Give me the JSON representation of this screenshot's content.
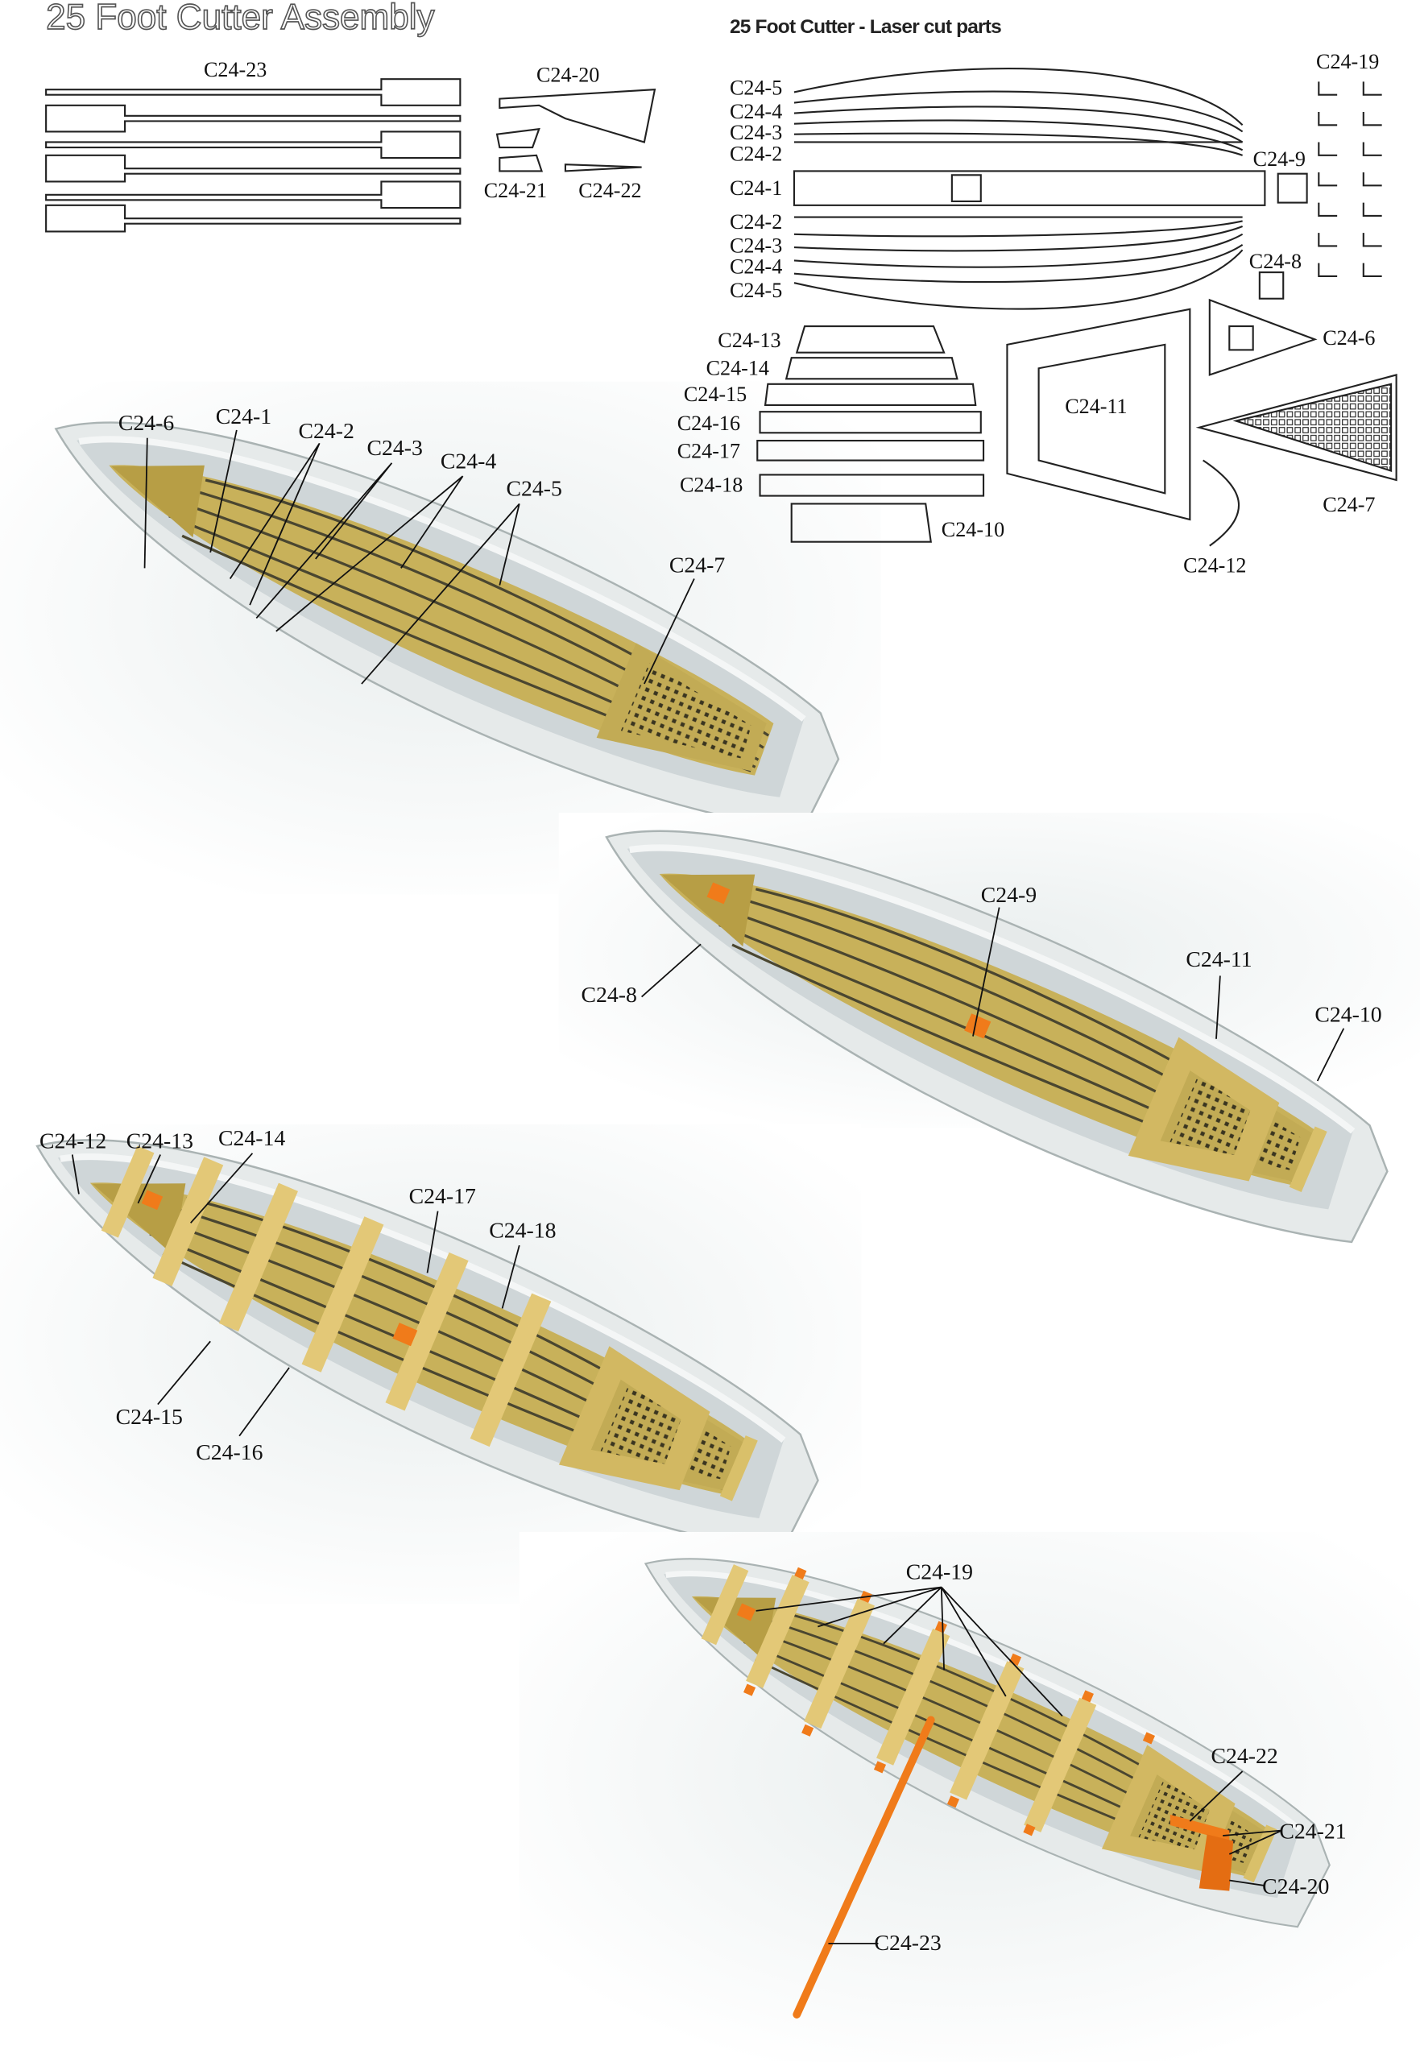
{
  "title": "25 Foot Cutter  Assembly",
  "parts_title": "25 Foot Cutter - Laser cut parts",
  "oar_sheet": {
    "labels": [
      "C24-23",
      "C24-20",
      "C24-21",
      "C24-22"
    ]
  },
  "parts_sheet": {
    "labels": [
      "C24-5",
      "C24-4",
      "C24-3",
      "C24-2",
      "C24-1",
      "C24-2",
      "C24-3",
      "C24-4",
      "C24-5",
      "C24-19",
      "C24-9",
      "C24-8",
      "C24-6",
      "C24-11",
      "C24-7",
      "C24-12",
      "C24-10",
      "C24-13",
      "C24-14",
      "C24-15",
      "C24-16",
      "C24-17",
      "C24-18"
    ]
  },
  "steps": [
    {
      "labels": [
        "C24-6",
        "C24-1",
        "C24-2",
        "C24-3",
        "C24-4",
        "C24-5",
        "C24-7"
      ]
    },
    {
      "labels": [
        "C24-9",
        "C24-8",
        "C24-11",
        "C24-10"
      ]
    },
    {
      "labels": [
        "C24-12",
        "C24-13",
        "C24-14",
        "C24-17",
        "C24-18",
        "C24-15",
        "C24-16"
      ]
    },
    {
      "labels": [
        "C24-19",
        "C24-22",
        "C24-21",
        "C24-20",
        "C24-23"
      ]
    }
  ],
  "colors": {
    "deck": "#c8b15a",
    "hull": "#e6eaea",
    "frame": "#cfd6d8",
    "highlight": "#f07b1a"
  }
}
